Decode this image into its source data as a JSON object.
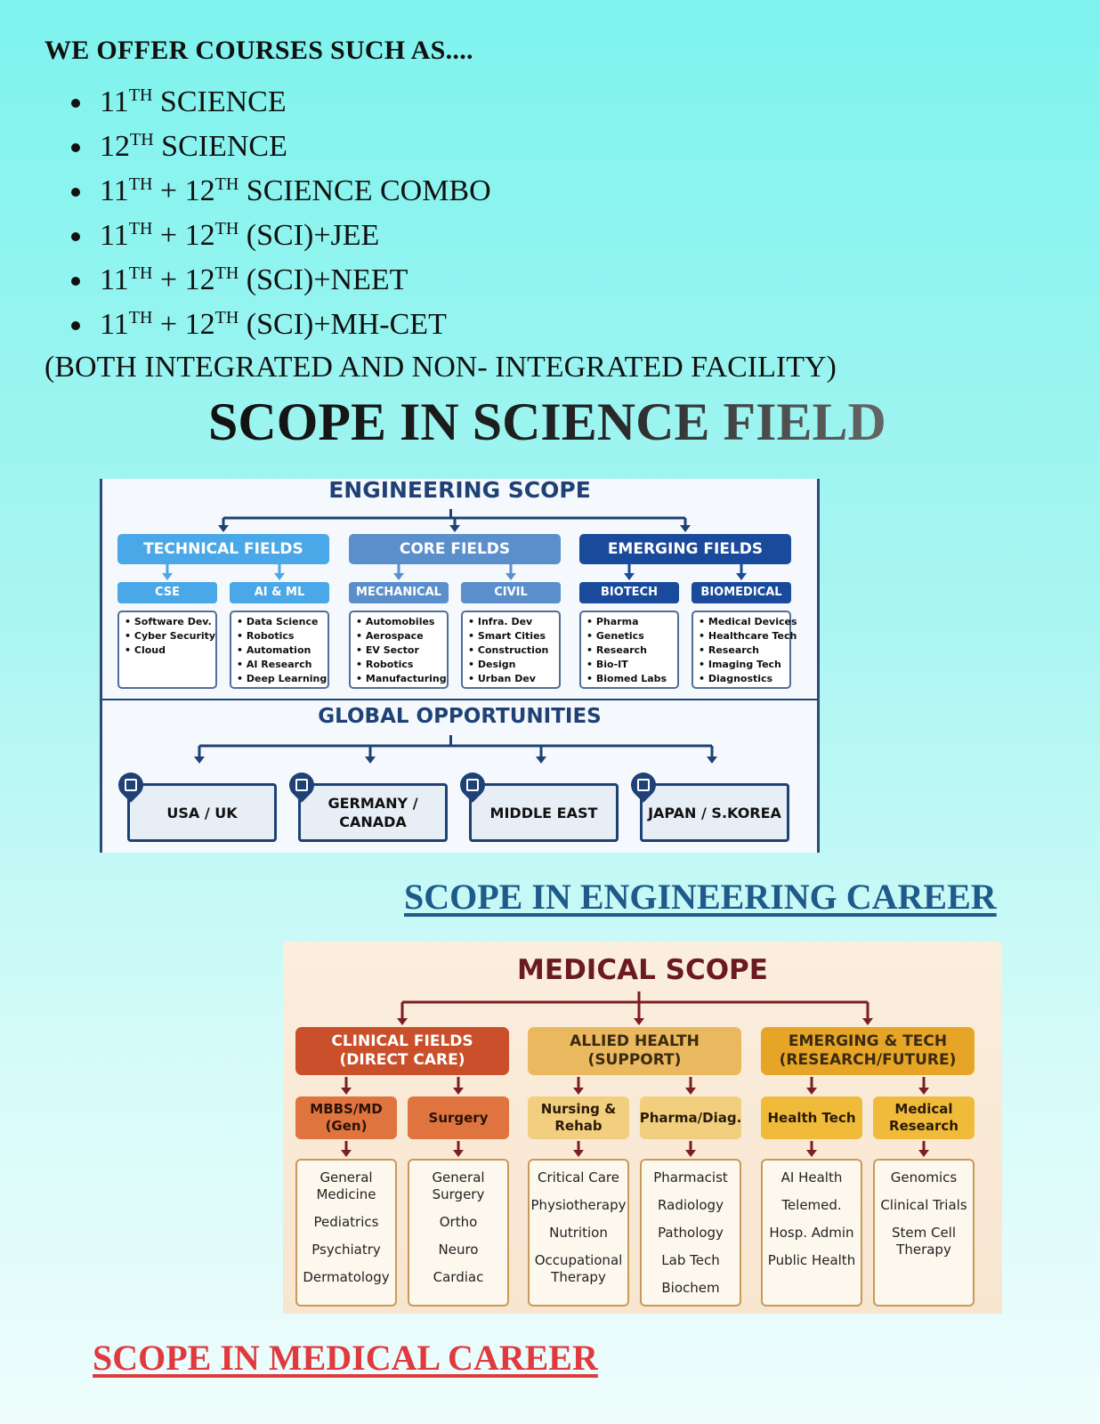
{
  "header": {
    "heading": "WE OFFER COURSES SUCH AS...."
  },
  "courses": [
    {
      "parts": [
        "11",
        "TH",
        " SCIENCE"
      ]
    },
    {
      "parts": [
        "12",
        "TH",
        " SCIENCE"
      ]
    },
    {
      "parts": [
        "11",
        "TH",
        " + 12",
        "TH",
        " SCIENCE COMBO"
      ]
    },
    {
      "parts": [
        "11",
        "TH",
        " + 12",
        "TH",
        " (SCI)+JEE"
      ]
    },
    {
      "parts": [
        "11",
        "TH",
        " + 12",
        "TH",
        " (SCI)+NEET"
      ]
    },
    {
      "parts": [
        "11",
        "TH",
        " + 12",
        "TH",
        " (SCI)+MH-CET"
      ]
    }
  ],
  "facility_note": "(BOTH INTEGRATED AND NON- INTEGRATED FACILITY)",
  "science_title": "SCOPE IN SCIENCE FIELD",
  "engineering": {
    "title": "ENGINEERING SCOPE",
    "categories": [
      {
        "label": "TECHNICAL FIELDS",
        "color": "#4aa8e8",
        "subs": [
          {
            "label": "CSE",
            "items": [
              "Software Dev.",
              "Cyber Security",
              "Cloud"
            ]
          },
          {
            "label": "AI & ML",
            "items": [
              "Data Science",
              "Robotics",
              "Automation",
              "AI Research",
              "Deep Learning"
            ]
          }
        ]
      },
      {
        "label": "CORE FIELDS",
        "color": "#5b8fcc",
        "subs": [
          {
            "label": "MECHANICAL",
            "items": [
              "Automobiles",
              "Aerospace",
              "EV Sector",
              "Robotics",
              "Manufacturing"
            ]
          },
          {
            "label": "CIVIL",
            "items": [
              "Infra. Dev",
              "Smart Cities",
              "Construction",
              "Design",
              "Urban Dev"
            ]
          }
        ]
      },
      {
        "label": "EMERGING FIELDS",
        "color": "#1a4a9c",
        "subs": [
          {
            "label": "BIOTECH",
            "items": [
              "Pharma",
              "Genetics",
              "Research",
              "Bio-IT",
              "Biomed Labs"
            ]
          },
          {
            "label": "BIOMEDICAL",
            "items": [
              "Medical Devices",
              "Healthcare Tech",
              "Research",
              "Imaging Tech",
              "Diagnostics"
            ]
          }
        ]
      }
    ],
    "global_title": "GLOBAL OPPORTUNITIES",
    "regions": [
      "USA / UK",
      "GERMANY / CANADA",
      "MIDDLE EAST",
      "JAPAN / S.KOREA"
    ],
    "pin_icon": "map-pin-icon"
  },
  "engineering_caption": "SCOPE IN ENGINEERING CAREER",
  "medical": {
    "title": "MEDICAL SCOPE",
    "categories": [
      {
        "label": "CLINICAL FIELDS (DIRECT CARE)",
        "color": "#c9502a",
        "text_color": "#ffffff",
        "subs": [
          {
            "label": "MBBS/MD (Gen)",
            "color": "#e0743e",
            "items": [
              "General Medicine",
              "Pediatrics",
              "Psychiatry",
              "Dermatology"
            ]
          },
          {
            "label": "Surgery",
            "color": "#e0743e",
            "items": [
              "General Surgery",
              "Ortho",
              "Neuro",
              "Cardiac"
            ]
          }
        ]
      },
      {
        "label": "ALLIED HEALTH (SUPPORT)",
        "color": "#eab85e",
        "text_color": "#3a2a10",
        "subs": [
          {
            "label": "Nursing & Rehab",
            "color": "#f2cf7e",
            "items": [
              "Critical Care",
              "Physiotherapy",
              "Nutrition",
              "Occupational Therapy"
            ]
          },
          {
            "label": "Pharma/Diag.",
            "color": "#f2cf7e",
            "items": [
              "Pharmacist",
              "Radiology",
              "Pathology",
              "Lab Tech",
              "Biochem"
            ]
          }
        ]
      },
      {
        "label": "EMERGING & TECH (RESEARCH/FUTURE)",
        "color": "#e6a526",
        "text_color": "#3a2a10",
        "subs": [
          {
            "label": "Health Tech",
            "color": "#f0bb3a",
            "items": [
              "AI Health",
              "Telemed.",
              "Hosp. Admin",
              "Public Health"
            ]
          },
          {
            "label": "Medical Research",
            "color": "#f0bb3a",
            "items": [
              "Genomics",
              "Clinical Trials",
              "Stem Cell Therapy"
            ]
          }
        ]
      }
    ]
  },
  "medical_caption": "SCOPE IN MEDICAL CAREER"
}
